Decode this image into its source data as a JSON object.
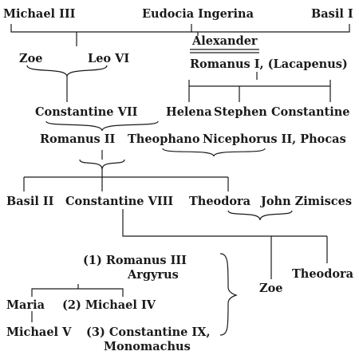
{
  "people": {
    "michael_iii": "Michael III",
    "eudocia": "Eudocia Ingerina",
    "basil_i": "Basil I",
    "alexander": "Alexander",
    "romanus_i": "Romanus I, (Lacapenus)",
    "zoe": "Zoe",
    "leo_vi": "Leo VI",
    "constantine_vii": "Constantine VII",
    "helena": "Helena",
    "stephen": "Stephen",
    "constantine": "Constantine",
    "romanus_ii": "Romanus II",
    "theophano": "Theophano",
    "nicephorus_ii": "Nicephorus II, Phocas",
    "basil_ii": "Basil II",
    "constantine_viii": "Constantine VIII",
    "theodora": "Theodora",
    "john_zimisces": "John Zimisces",
    "zoe_daughter": "Zoe",
    "theodora_daughter": "Theodora",
    "romanus_iii": "(1) Romanus III",
    "argyrus": "Argyrus",
    "maria": "Maria",
    "michael_iv": "(2) Michael IV",
    "michael_v": "Michael V",
    "constantine_ix": "(3) Constantine IX,",
    "monomachus": "Monomachus"
  }
}
